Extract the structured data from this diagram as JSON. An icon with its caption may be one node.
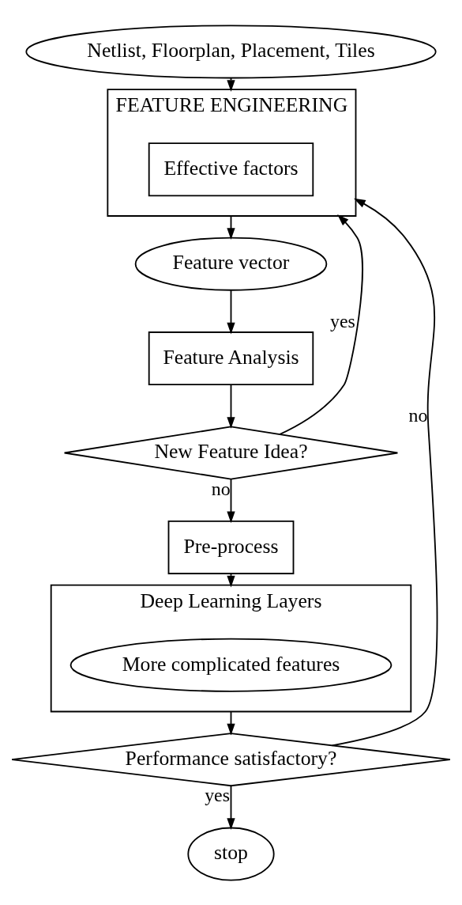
{
  "diagram": {
    "nodes": [
      {
        "text": [
          "Netlist, Floorplan, Placement, Tiles"
        ]
      },
      {
        "text": [
          "FEATURE ENGINEERING"
        ]
      },
      {
        "text": [
          "Effective factors"
        ],
        "in": 1
      },
      {
        "text": [
          "Feature vector"
        ]
      },
      {
        "text": [
          "Feature Analysis"
        ]
      },
      {
        "text": [
          "New Feature Idea?"
        ]
      },
      {
        "text": [
          "Pre-process"
        ]
      },
      {
        "text": [
          "Deep Learning Layers"
        ]
      },
      {
        "text": [
          "More complicated features"
        ],
        "in": 7
      },
      {
        "text": [
          "Performance satisfactory?"
        ]
      },
      {
        "text": [
          "stop"
        ]
      }
    ],
    "edges": [
      {
        "from": 0,
        "to": 1,
        "arrow": "to"
      },
      {
        "from": 1,
        "to": 3,
        "arrow": "to"
      },
      {
        "from": 3,
        "to": 4,
        "arrow": "to"
      },
      {
        "from": 4,
        "to": 5,
        "arrow": "to"
      },
      {
        "from": 5,
        "to": 1,
        "arrow": "to",
        "label": "yes"
      },
      {
        "from": 5,
        "to": 6,
        "arrow": "to",
        "label": "no"
      },
      {
        "from": 6,
        "to": 7,
        "arrow": "to"
      },
      {
        "from": 7,
        "to": 9,
        "arrow": "to"
      },
      {
        "from": 9,
        "to": 1,
        "arrow": "to",
        "label": "no"
      },
      {
        "from": 9,
        "to": 10,
        "arrow": "to",
        "label": "yes"
      }
    ]
  }
}
